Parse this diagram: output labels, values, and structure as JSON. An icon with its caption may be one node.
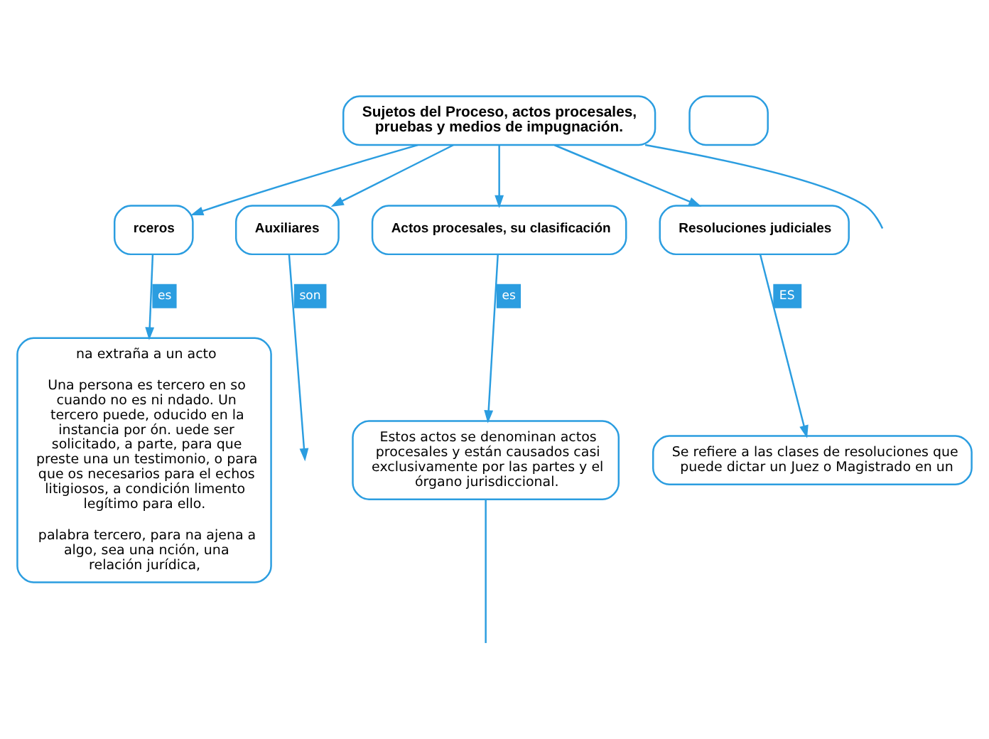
{
  "diagram": {
    "nodes": [
      {
        "text": [
          "Sujetos del Proceso, actos procesales, pruebas y medios de impugnación."
        ]
      },
      {
        "text": [
          "rceros"
        ]
      },
      {
        "text": [
          "na extraña a un acto",
          "Una persona es tercero en so cuando no es ni ndado. Un tercero puede, oducido en la instancia por ón. uede ser solicitado, a parte, para que preste una un testimonio, o para que os necesarios para el echos litigiosos, a condición limento legítimo para ello.",
          "palabra tercero, para na ajena a algo, sea una nción, una relación jurídica,"
        ]
      },
      {
        "text": [
          "Auxiliares"
        ]
      },
      {
        "text": [
          "Actos procesales, su clasificación"
        ]
      },
      {
        "text": [
          "Resoluciones judiciales"
        ]
      },
      {
        "text": [
          "Estos actos se denominan actos procesales y están causados casi exclusivamente por las partes y el órgano jurisdiccional."
        ]
      },
      {
        "text": [
          "Se refiere a las clases de resoluciones que puede dictar un Juez o Magistrado en un"
        ]
      },
      {
        "text": [],
        "shape": "box"
      }
    ],
    "edges": [
      {
        "from": 0,
        "to": 1,
        "arrow": "to"
      },
      {
        "from": 1,
        "to": 2,
        "arrow": "to",
        "label": "es"
      },
      {
        "from": 0,
        "to": 3,
        "arrow": "to"
      },
      {
        "from": 0,
        "to": 4,
        "arrow": "to"
      },
      {
        "from": 0,
        "to": 5,
        "arrow": "to"
      },
      {
        "from": 0,
        "to": null,
        "arrow": "none"
      },
      {
        "from": 3,
        "to": null,
        "arrow": "to",
        "label": "son"
      },
      {
        "from": 4,
        "to": 6,
        "arrow": "to",
        "label": "es"
      },
      {
        "from": 5,
        "to": 7,
        "arrow": "to",
        "label": "ES"
      },
      {
        "from": 6,
        "to": null,
        "arrow": "none"
      }
    ]
  }
}
